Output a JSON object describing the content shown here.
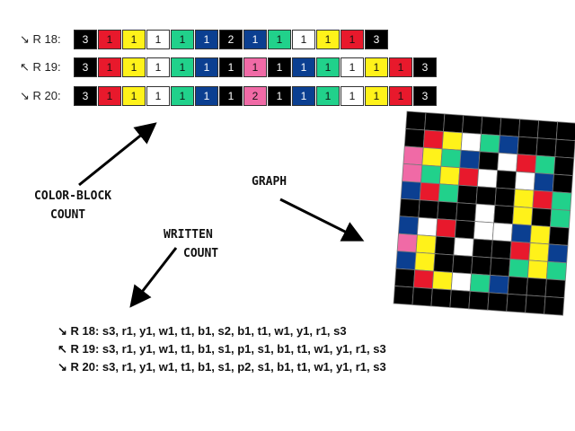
{
  "colors": {
    "s": "#000000",
    "r": "#e8192c",
    "y": "#fff21a",
    "w": "#ffffff",
    "t": "#21d18b",
    "b": "#0b3f91",
    "p": "#f06aa6"
  },
  "block_rows": [
    {
      "label": "↘ R 18:",
      "blocks": [
        {
          "c": "s",
          "n": "3"
        },
        {
          "c": "r",
          "n": "1"
        },
        {
          "c": "y",
          "n": "1"
        },
        {
          "c": "w",
          "n": "1"
        },
        {
          "c": "t",
          "n": "1"
        },
        {
          "c": "b",
          "n": "1"
        },
        {
          "c": "s",
          "n": "2"
        },
        {
          "c": "b",
          "n": "1"
        },
        {
          "c": "t",
          "n": "1"
        },
        {
          "c": "w",
          "n": "1"
        },
        {
          "c": "y",
          "n": "1"
        },
        {
          "c": "r",
          "n": "1"
        },
        {
          "c": "s",
          "n": "3"
        }
      ]
    },
    {
      "label": "↖ R 19:",
      "blocks": [
        {
          "c": "s",
          "n": "3"
        },
        {
          "c": "r",
          "n": "1"
        },
        {
          "c": "y",
          "n": "1"
        },
        {
          "c": "w",
          "n": "1"
        },
        {
          "c": "t",
          "n": "1"
        },
        {
          "c": "b",
          "n": "1"
        },
        {
          "c": "s",
          "n": "1"
        },
        {
          "c": "p",
          "n": "1"
        },
        {
          "c": "s",
          "n": "1"
        },
        {
          "c": "b",
          "n": "1"
        },
        {
          "c": "t",
          "n": "1"
        },
        {
          "c": "w",
          "n": "1"
        },
        {
          "c": "y",
          "n": "1"
        },
        {
          "c": "r",
          "n": "1"
        },
        {
          "c": "s",
          "n": "3"
        }
      ]
    },
    {
      "label": "↘ R 20:",
      "blocks": [
        {
          "c": "s",
          "n": "3"
        },
        {
          "c": "r",
          "n": "1"
        },
        {
          "c": "y",
          "n": "1"
        },
        {
          "c": "w",
          "n": "1"
        },
        {
          "c": "t",
          "n": "1"
        },
        {
          "c": "b",
          "n": "1"
        },
        {
          "c": "s",
          "n": "1"
        },
        {
          "c": "p",
          "n": "2"
        },
        {
          "c": "s",
          "n": "1"
        },
        {
          "c": "b",
          "n": "1"
        },
        {
          "c": "t",
          "n": "1"
        },
        {
          "c": "w",
          "n": "1"
        },
        {
          "c": "y",
          "n": "1"
        },
        {
          "c": "r",
          "n": "1"
        },
        {
          "c": "s",
          "n": "3"
        }
      ]
    }
  ],
  "labels": {
    "color_block_1": "COLOR-BLOCK",
    "color_block_2": "COUNT",
    "graph": "GRAPH",
    "written_1": "WRITTEN",
    "written_2": "COUNT"
  },
  "written_rows": [
    "↘ R 18: s3, r1, y1, w1, t1, b1, s2, b1, t1, w1, y1, r1, s3",
    "↖ R 19: s3, r1, y1, w1, t1, b1, s1, p1, s1, b1, t1, w1, y1, r1, s3",
    "↘ R 20: s3, r1, y1, w1, t1, b1, s1, p2, s1, b1, t1, w1, y1, r1, s3"
  ],
  "graph_grid": [
    "sssssssss",
    "srywtbsss",
    "pytbswrts",
    "ptyrwswbs",
    "brtsssyrt",
    "sssswsyst",
    "bwrswwbys",
    "pyswssryb",
    "bysssstyt",
    "srywtbsss",
    "sssssssss"
  ]
}
